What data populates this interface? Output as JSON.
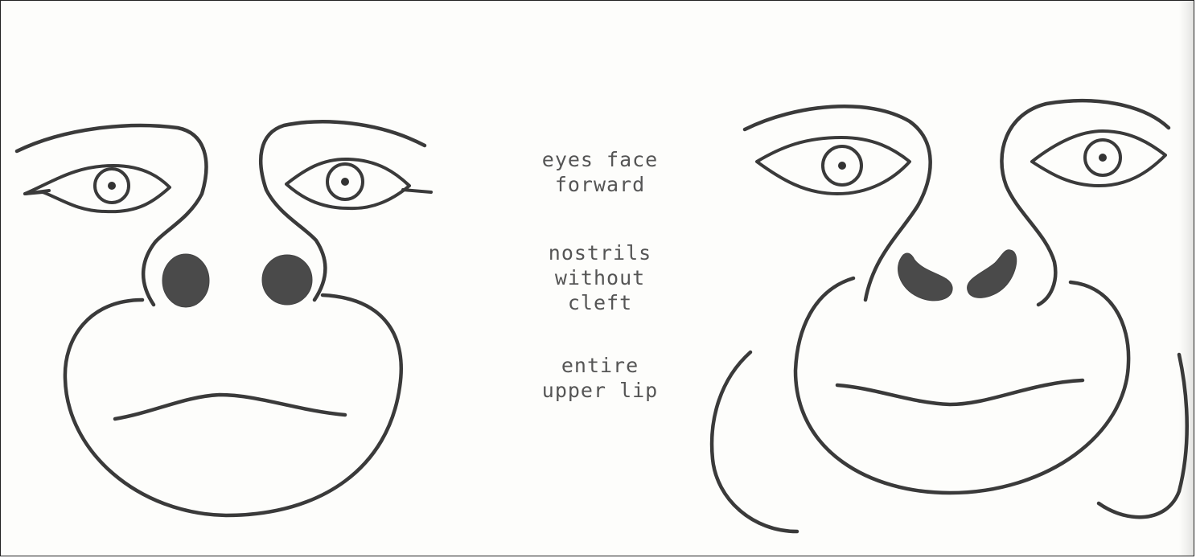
{
  "captions": {
    "eyes": [
      "eyes face",
      "forward"
    ],
    "nostrils": [
      "nostrils",
      "without",
      "cleft"
    ],
    "lip": [
      "entire",
      "upper lip"
    ]
  },
  "colors": {
    "ink": "#3a3a3a",
    "paper": "#fdfdfb",
    "text": "#555555"
  }
}
